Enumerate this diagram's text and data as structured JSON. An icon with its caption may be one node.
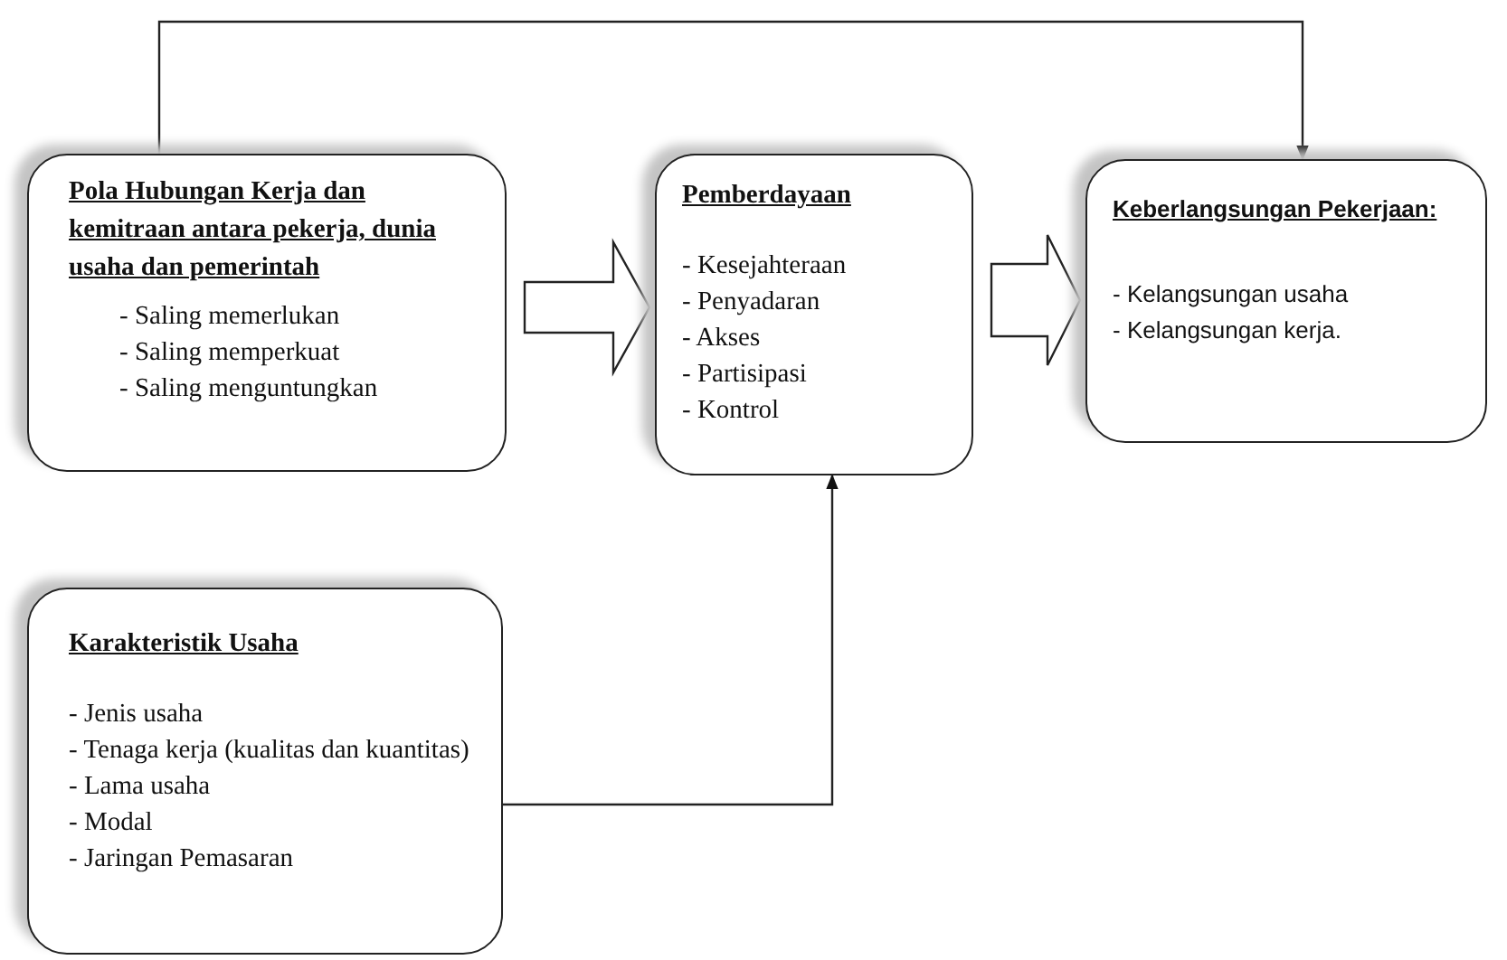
{
  "diagram": {
    "nodes": [
      {
        "text": [
          "Pola Hubungan Kerja dan kemitraan antara pekerja, dunia usaha dan pemerintah",
          "- Saling memerlukan",
          "- Saling memperkuat",
          "- Saling menguntungkan"
        ]
      },
      {
        "text": [
          "Pemberdayaan",
          "- Kesejahteraan",
          "- Penyadaran",
          "- Akses",
          "- Partisipasi",
          "- Kontrol"
        ]
      },
      {
        "text": [
          "Keberlangsungan Pekerjaan:",
          "- Kelangsungan usaha",
          "- Kelangsungan kerja."
        ]
      },
      {
        "text": [
          "Karakteristik Usaha",
          "- Jenis usaha",
          "- Tenaga kerja (kualitas dan kuantitas)",
          "- Lama usaha",
          "- Modal",
          "- Jaringan Pemasaran"
        ]
      }
    ],
    "edges": [
      {
        "from": 0,
        "to": 1,
        "arrow": "to",
        "style": "thick"
      },
      {
        "from": 1,
        "to": 2,
        "arrow": "to",
        "style": "thick"
      },
      {
        "from": 0,
        "to": 2,
        "arrow": "to"
      },
      {
        "from": 3,
        "to": 1,
        "arrow": "to"
      }
    ]
  }
}
